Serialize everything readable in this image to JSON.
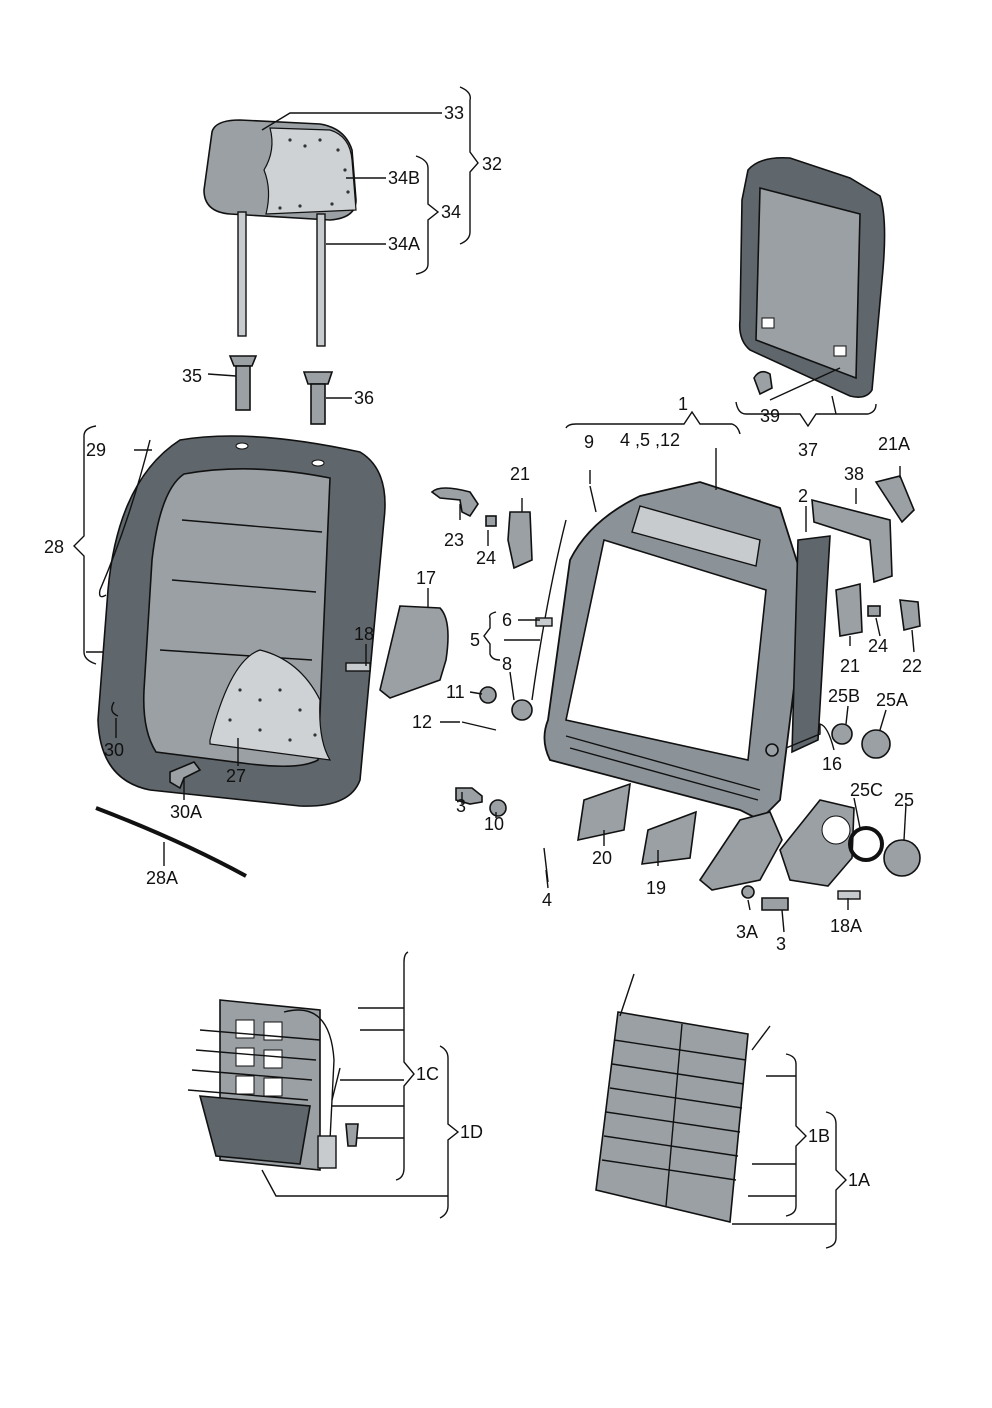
{
  "labels": {
    "l1": "1",
    "l4_5_12": "4 ,5 ,12",
    "l2": "2",
    "l3a": "3",
    "l3b": "3",
    "l3A": "3A",
    "l4": "4",
    "l5": "5",
    "l6": "6",
    "l8": "8",
    "l9": "9",
    "l10": "10",
    "l11": "11",
    "l12": "12",
    "l16": "16",
    "l17": "17",
    "l18": "18",
    "l18A": "18A",
    "l19": "19",
    "l20": "20",
    "l21a": "21",
    "l21b": "21",
    "l21A": "21A",
    "l22": "22",
    "l23": "23",
    "l24a": "24",
    "l24b": "24",
    "l25": "25",
    "l25A": "25A",
    "l25B": "25B",
    "l25C": "25C",
    "l27": "27",
    "l28": "28",
    "l28A": "28A",
    "l29": "29",
    "l30": "30",
    "l30A": "30A",
    "l32": "32",
    "l33": "33",
    "l34": "34",
    "l34A": "34A",
    "l34B": "34B",
    "l35": "35",
    "l36": "36",
    "l37": "37",
    "l38": "38",
    "l39": "39",
    "l1A": "1A",
    "l1B": "1B",
    "l1C": "1C",
    "l1D": "1D"
  }
}
